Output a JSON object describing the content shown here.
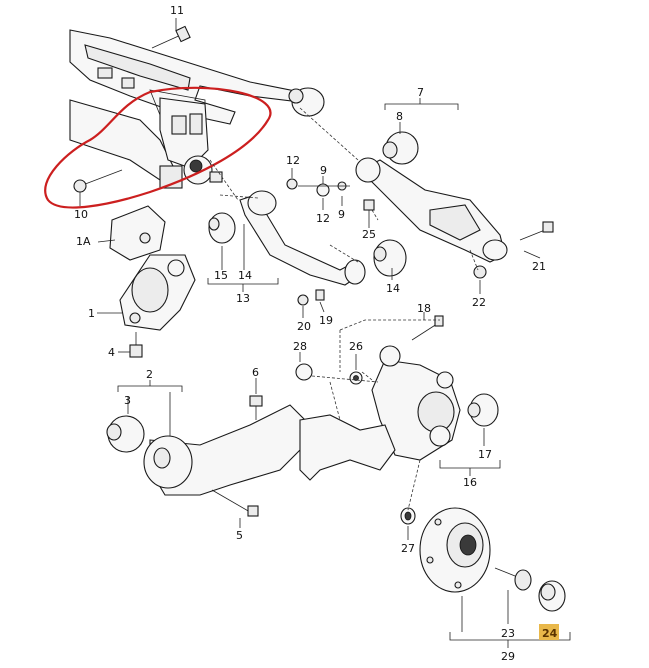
{
  "labels": {
    "p11": "11",
    "p7": "7",
    "p8": "8",
    "p12a": "12",
    "p12b": "12",
    "p9a": "9",
    "p9b": "9",
    "p25": "25",
    "p10": "10",
    "p1A": "1A",
    "p15": "15",
    "p14a": "14",
    "p14b": "14",
    "p13": "13",
    "p21": "21",
    "p22": "22",
    "p1": "1",
    "p20": "20",
    "p19": "19",
    "p18": "18",
    "p4": "4",
    "p28": "28",
    "p26": "26",
    "p2": "2",
    "p3": "3",
    "p6": "6",
    "p17": "17",
    "p16": "16",
    "p5": "5",
    "p27": "27",
    "p23": "23",
    "p24": "24",
    "p29": "29"
  },
  "colors": {
    "highlight": "#e9b84a",
    "annotation_circle": "#cc1f1f"
  }
}
